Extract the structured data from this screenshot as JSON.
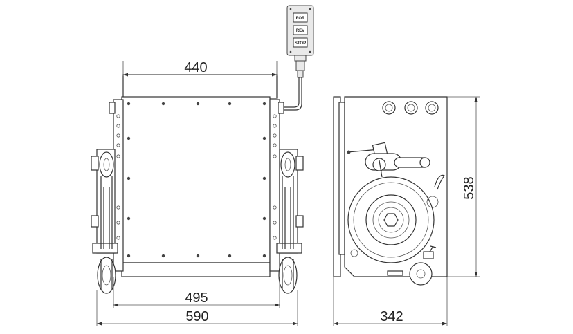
{
  "drawing": {
    "front_view": {
      "dim_top": "440",
      "dim_inner": "495",
      "dim_outer": "590"
    },
    "side_view": {
      "dim_width": "342",
      "dim_height": "538"
    },
    "pendant": {
      "buttons": [
        "FOR",
        "REV",
        "STOP"
      ]
    },
    "colors": {
      "line": "#333333",
      "background": "#ffffff"
    }
  }
}
